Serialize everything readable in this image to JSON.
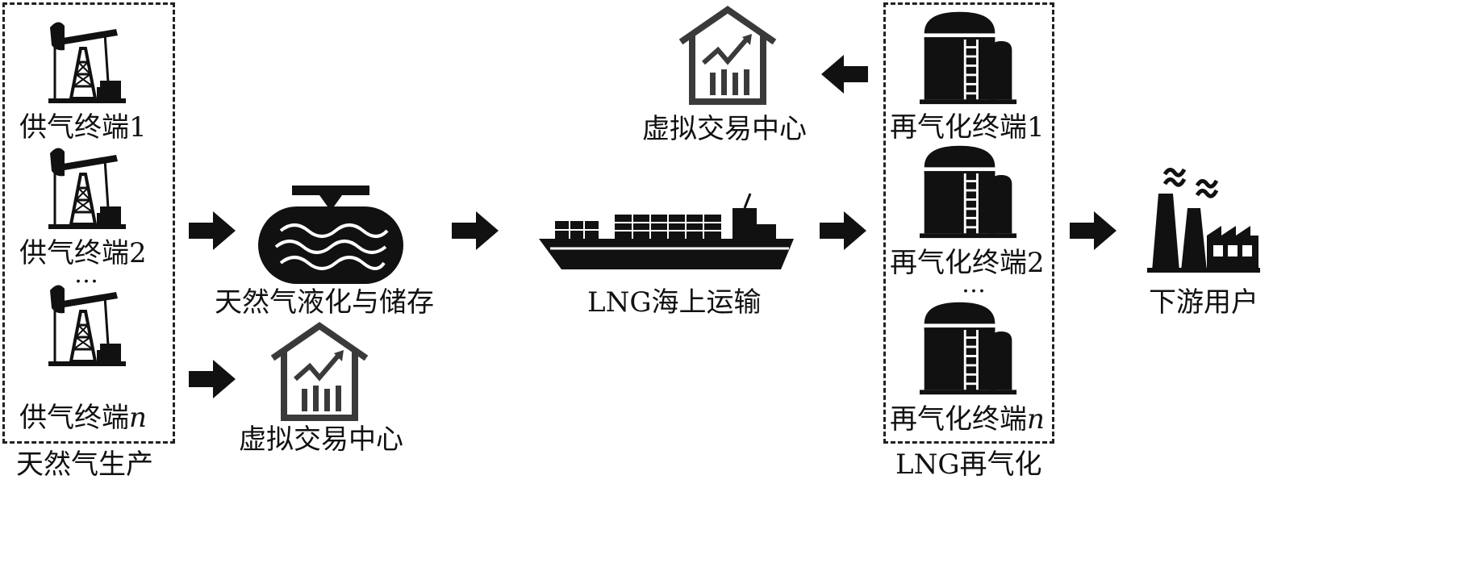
{
  "colors": {
    "ink": "#111111",
    "house": "#3a3a3a",
    "background": "#ffffff"
  },
  "production": {
    "group_label": "天然气生产",
    "terminals": [
      {
        "label": "供气终端1",
        "icon": "oil-pump-jack-icon"
      },
      {
        "label": "供气终端2",
        "icon": "oil-pump-jack-icon"
      },
      {
        "label": "供气终端",
        "suffix": "n",
        "icon": "oil-pump-jack-icon"
      }
    ],
    "ellipsis": "…"
  },
  "liquefaction": {
    "label": "天然气液化与储存",
    "icon": "lng-storage-tank-icon"
  },
  "trading_center_lower": {
    "label": "虚拟交易中心",
    "icon": "trading-house-icon"
  },
  "shipping": {
    "label": "LNG海上运输",
    "icon": "lng-carrier-ship-icon"
  },
  "trading_center_upper": {
    "label": "虚拟交易中心",
    "icon": "trading-house-icon"
  },
  "regasification": {
    "group_label": "LNG再气化",
    "terminals": [
      {
        "label": "再气化终端1",
        "icon": "regas-tank-icon"
      },
      {
        "label": "再气化终端2",
        "icon": "regas-tank-icon"
      },
      {
        "label": "再气化终端",
        "suffix": "n",
        "icon": "regas-tank-icon"
      }
    ],
    "ellipsis": "…"
  },
  "downstream": {
    "label": "下游用户",
    "icon": "factory-icon"
  }
}
